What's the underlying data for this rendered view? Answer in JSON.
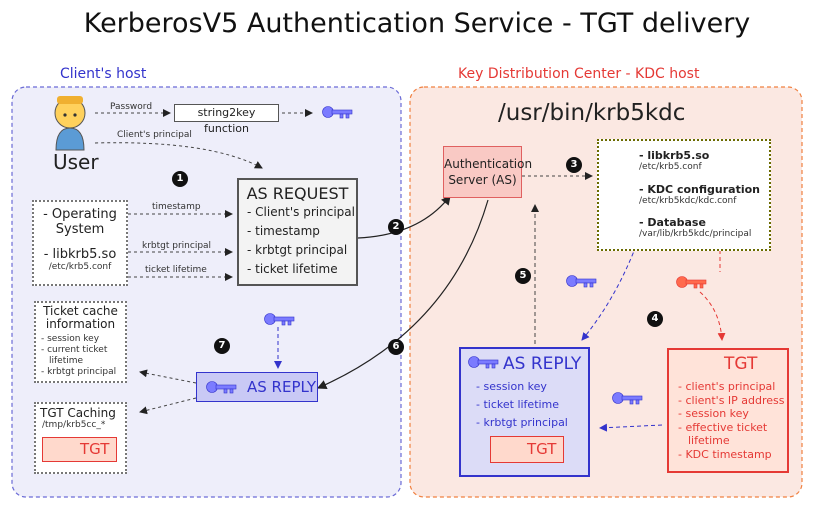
{
  "title": "KerberosV5 Authentication Service - TGT delivery",
  "client_host": {
    "label": "Client's host",
    "user_label": "User",
    "password_label": "Password",
    "string2key": "string2key function",
    "client_principal_label": "Client's principal",
    "os_box": {
      "line1": "- Operating",
      "line2": "System",
      "lib": "- libkrb5.so",
      "lib_path": "/etc/krb5.conf"
    },
    "arrow_labels": {
      "timestamp": "timestamp",
      "krbtgt": "krbtgt principal",
      "lifetime": "ticket lifetime"
    },
    "as_request": {
      "title": "AS REQUEST",
      "items": [
        "- Client's principal",
        "- timestamp",
        "- krbtgt principal",
        "- ticket lifetime"
      ]
    },
    "ticket_cache": {
      "title_line1": "Ticket cache",
      "title_line2": "information",
      "items": [
        "- session key",
        "- current ticket",
        "lifetime",
        "- krbtgt principal"
      ]
    },
    "tgt_caching": {
      "title": "TGT Caching",
      "path": "/tmp/krb5cc_*",
      "tgt": "TGT"
    },
    "as_reply_small": "AS REPLY"
  },
  "kdc_host": {
    "label": "Key Distribution Center - KDC host",
    "binary": "/usr/bin/krb5kdc",
    "auth_server": {
      "line1": "Authentication",
      "line2": "Server (AS)"
    },
    "config": {
      "lib": "- libkrb5.so",
      "lib_path": "/etc/krb5.conf",
      "kdc_conf": "- KDC configuration",
      "kdc_conf_path": "/etc/krb5kdc/kdc.conf",
      "db": "- Database",
      "db_path": "/var/lib/krb5kdc/principal"
    },
    "as_reply": {
      "title": "AS REPLY",
      "items": [
        "- session key",
        "- ticket lifetime",
        "- krbtgt principal"
      ],
      "tgt": "TGT"
    },
    "tgt": {
      "title": "TGT",
      "items": [
        "- client's principal",
        "- client's IP address",
        "- session key",
        "- effective ticket",
        "lifetime",
        "- KDC timestamp"
      ]
    }
  },
  "steps": [
    "1",
    "2",
    "3",
    "4",
    "5",
    "6",
    "7"
  ],
  "colors": {
    "client_zone": "#6b6bd6",
    "kdc_zone": "#f08040",
    "blue": "#3333cc",
    "red": "#e53935",
    "key_blue": "#7b7bff",
    "key_red": "#ff6a4d",
    "key_yellow": "#ffe033"
  }
}
